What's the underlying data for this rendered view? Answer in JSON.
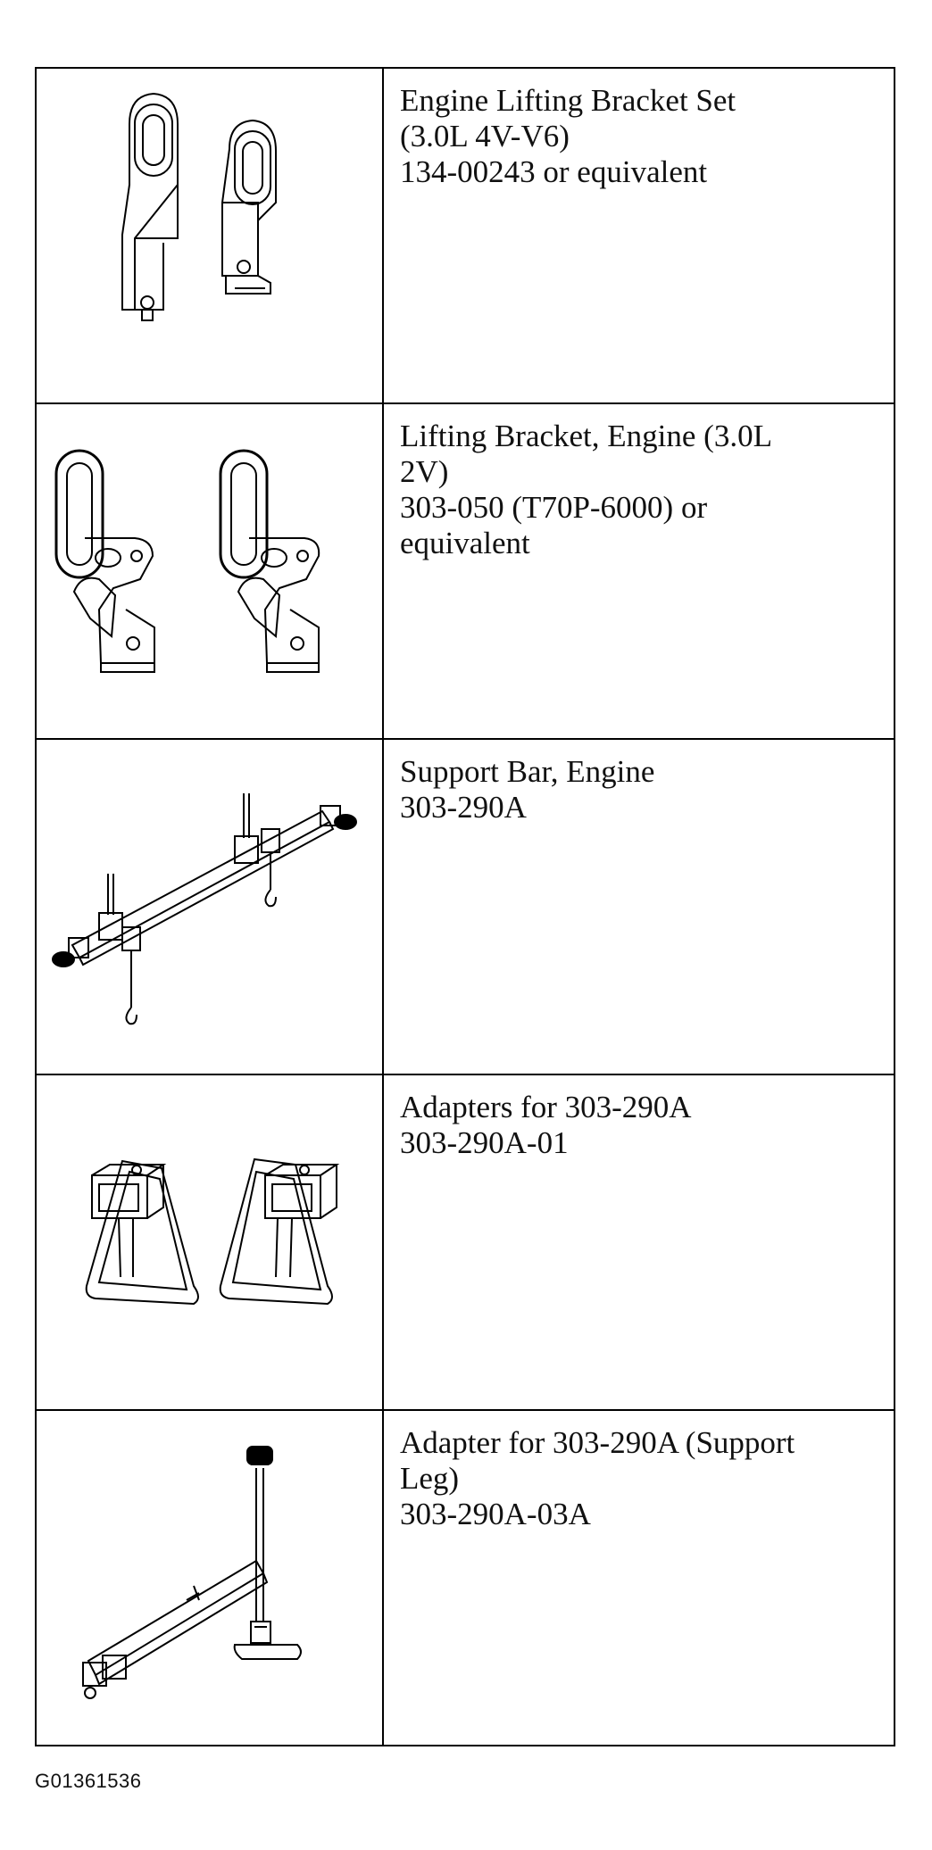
{
  "tools": [
    {
      "icon": "engine-lifting-bracket-set",
      "name": "Engine Lifting Bracket Set",
      "line2": "(3.0L 4V-V6)",
      "part": "134-00243 or equivalent"
    },
    {
      "icon": "lifting-bracket-engine",
      "name": "Lifting Bracket, Engine (3.0L",
      "line2": "2V)",
      "part": "303-050 (T70P-6000) or\nequivalent"
    },
    {
      "icon": "support-bar-engine",
      "name": "Support Bar, Engine",
      "line2": "",
      "part": "303-290A"
    },
    {
      "icon": "adapters",
      "name": "Adapters for 303-290A",
      "line2": "",
      "part": "303-290A-01"
    },
    {
      "icon": "support-leg-adapter",
      "name": "Adapter for 303-290A (Support",
      "line2": "Leg)",
      "part": "303-290A-03A"
    }
  ],
  "figure_id": "G01361536"
}
